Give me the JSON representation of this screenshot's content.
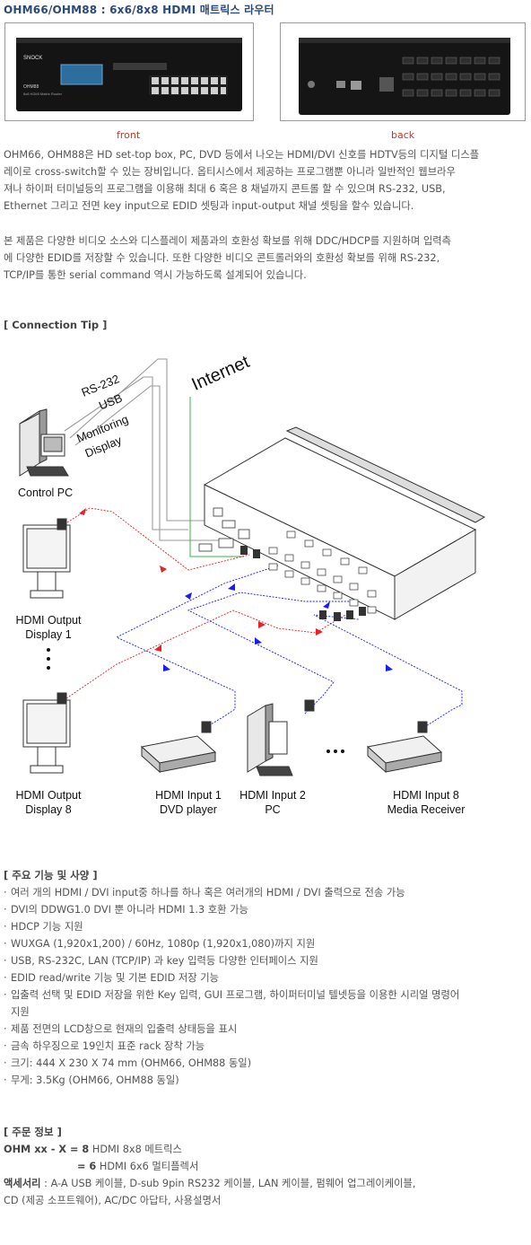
{
  "title": "OHM66/OHM88 : 6x6/8x8 HDMI 매트릭스 라우터",
  "photos": {
    "front_label": "front",
    "back_label": "back",
    "front_brand": "SNOCK",
    "front_model": "OHM88",
    "front_caption": "8x8 HDMI Matrix Router"
  },
  "intro": {
    "p1_l1": "OHM66, OHM88은 HD set-top box, PC, DVD 등에서 나오는 HDMI/DVI 신호를 HDTV등의 디지털 디스플",
    "p1_l2": "레이로 cross-switch할 수 있는 장비입니다. 옵티시스에서 제공하는 프로그램뿐 아니라 일반적인 웹브라우",
    "p1_l3": "져나 하이퍼 터미널등의 프로그램을 이용해 최대 6 혹은 8 채널까지 콘트롤 할 수 있으며 RS-232, USB,",
    "p1_l4": "Ethernet 그리고 전면 key input으로 EDID 셋팅과 input-output 채널 셋팅을 할수 있습니다.",
    "p2_l1": "본 제품은 다양한 비디오 소스와 디스플레이 제품과의 호환성 확보를 위해 DDC/HDCP를 지원하며 입력측",
    "p2_l2": "에 다양한 EDID를 저장할 수 있습니다. 또한 다양한 비디오 콘트롤러와의 호환성 확보를 위해 RS-232,",
    "p2_l3": "TCP/IP를 통한 serial command 역시 가능하도록 설계되어 있습니다."
  },
  "connection": {
    "heading": "[ Connection Tip ]",
    "internet": "Internet",
    "rs232": "RS-232",
    "usb": "USB",
    "monitoring": "Monitoring",
    "display_word": "Display",
    "control_pc": "Control PC",
    "out1_l1": "HDMI Output",
    "out1_l2": "Display 1",
    "out8_l1": "HDMI Output",
    "out8_l2": "Display 8",
    "in1_l1": "HDMI Input 1",
    "in1_l2": "DVD player",
    "in2_l1": "HDMI Input 2",
    "in2_l2": "PC",
    "in8_l1": "HDMI Input 8",
    "in8_l2": "Media Receiver",
    "colors": {
      "red": "#e8202a",
      "blue": "#1a1aff",
      "green": "#3bb04a",
      "line": "#9a9a9a"
    }
  },
  "features": {
    "heading": "[ 주요 기능 및 사양 ]",
    "bullet": "·",
    "items": [
      "여러 개의 HDMI / DVI input중 하나를 하나 혹은 여러개의 HDMI / DVI 출력으로 전송 가능",
      "DVI의 DDWG1.0 DVI 뿐 아니라 HDMI 1.3 호환 가능",
      "HDCP 기능 지원",
      "WUXGA (1,920x1,200) / 60Hz, 1080p (1,920x1,080)까지 지원",
      "USB, RS-232C, LAN (TCP/IP) 과 key 입력등 다양한 인터페이스 지원",
      "EDID read/write 기능 및 기본 EDID 저장 기능",
      "입출력 선택 및 EDID 저장을 위한 Key 입력, GUI 프로그램, 하이퍼터미널 텔넷등을 이용한 시리얼 명령어",
      "지원",
      "제품 전면의 LCD창으로 현재의 입출력 상태등을 표시",
      "금속 하우징으로 19인치 표준 rack 장착 가능",
      "크기: 444 X 230 X 74 mm (OHM66, OHM88 동일)",
      "무게: 3.5Kg (OHM66, OHM88 동일)"
    ]
  },
  "order": {
    "heading": "[ 주문 정보 ]",
    "line1_key": "OHM xx - X = 8",
    "line1_val": " HDMI 8x8 메트릭스",
    "line2_key": "= 6",
    "line2_val": " HDMI 6x6 멀티플렉서",
    "acc_key": "액세서리",
    "acc_val": " : A-A USB 케이블, D-sub 9pin RS232 케이블, LAN 케이블, 펌웨어 업그레이케이블,",
    "acc_val2": "CD (제공 소프트웨어), AC/DC 아답타, 사용설명서"
  }
}
